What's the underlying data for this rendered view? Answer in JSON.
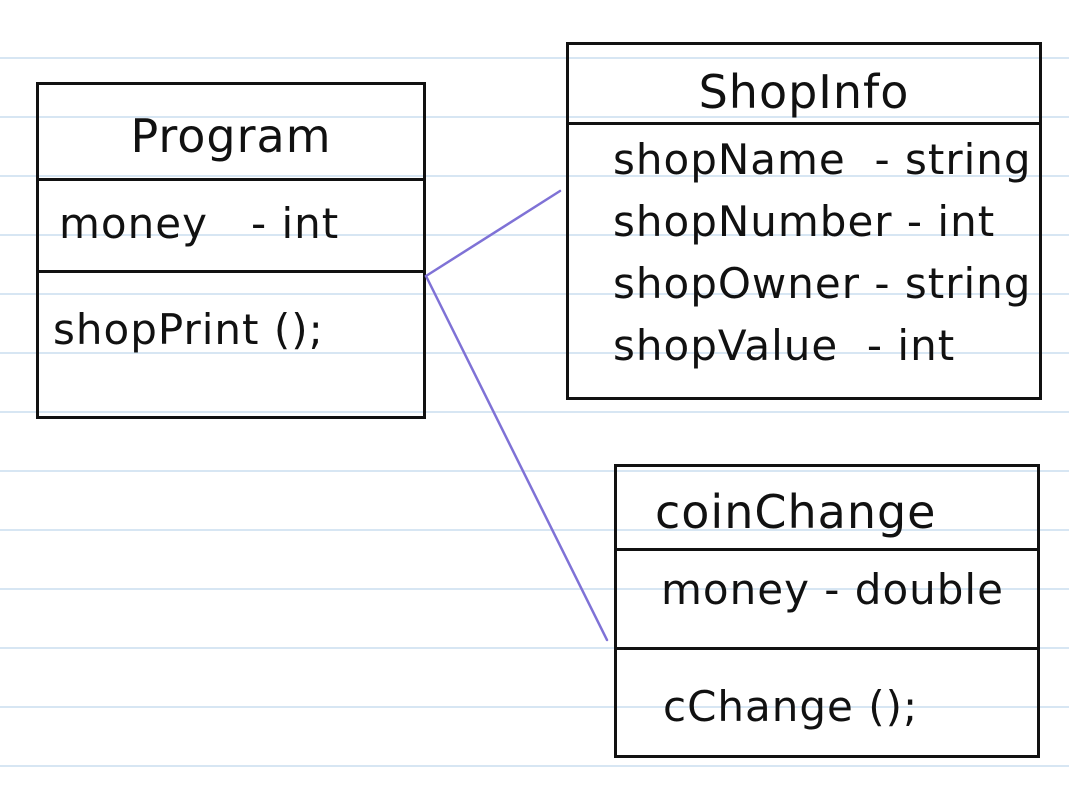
{
  "classes": {
    "program": {
      "name": "Program",
      "attributes": [
        "money   - int"
      ],
      "methods": [
        "shopPrint ();"
      ]
    },
    "shopinfo": {
      "name": "ShopInfo",
      "attributes": [
        "shopName  - string",
        "shopNumber - int",
        "shopOwner - string",
        "shopValue  - int"
      ]
    },
    "coinchange": {
      "name": "coinChange",
      "attributes": [
        "money - double"
      ],
      "methods": [
        "cChange ();"
      ]
    }
  },
  "colors": {
    "ink": "#111111",
    "connector": "#7f72d6",
    "ruled_line": "#d7e6f3",
    "paper": "#ffffff"
  }
}
